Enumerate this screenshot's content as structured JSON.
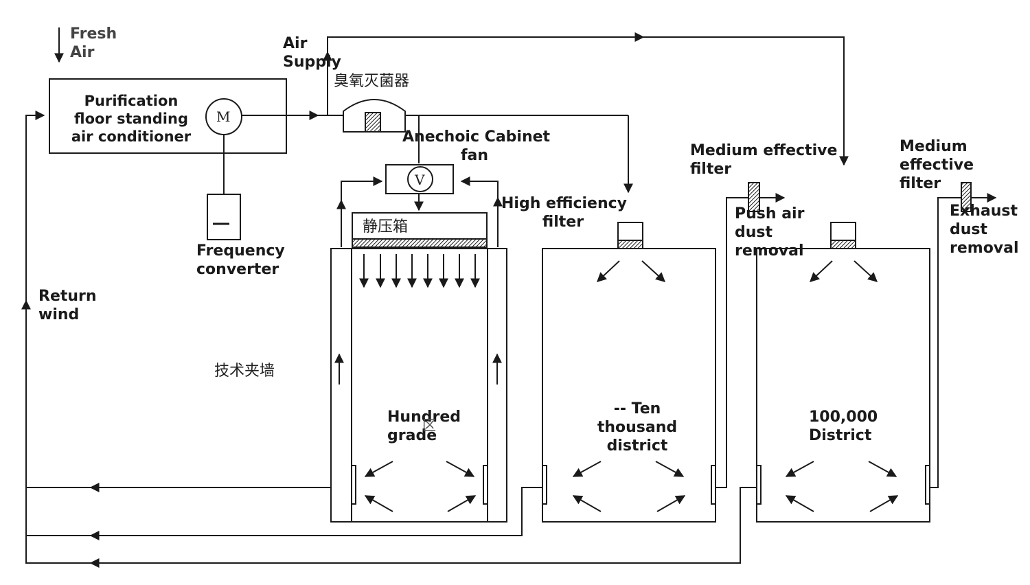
{
  "labels": {
    "fresh_air": "Fresh\nAir",
    "air_supply": "Air\nSupply",
    "ozone_sterilizer": "臭氧灭菌器",
    "ahu": "Purification\nfloor standing\nair conditioner",
    "motor": "M",
    "frequency_converter": "Frequency\nconverter",
    "return_wind": "Return\nwind",
    "anechoic_fan": "Anechoic Cabinet\nfan",
    "fan_symbol": "V",
    "static_pressure_box": "静压箱",
    "high_efficiency_filter": "High efficiency\nfilter",
    "medium_filter_1": "Medium effective\nfilter",
    "push_air": "Push air\ndust\nremoval",
    "medium_filter_2": "Medium\neffective\nfilter",
    "exhaust": "Exhaust\ndust\nremoval",
    "technical_wall": "技术夹墙",
    "room_hundred": "Hundred\ngrade",
    "room_hundred_cjk": "区",
    "room_ten_thousand": "-- Ten\nthousand\ndistrict",
    "room_hundred_thousand": "100,000\nDistrict"
  },
  "colors": {
    "line": "#1a1a1a",
    "filter_fill": "#2a2a2a"
  }
}
